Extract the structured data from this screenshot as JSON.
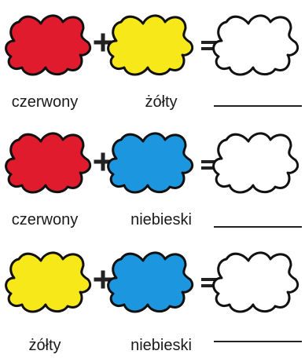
{
  "rows": [
    {
      "left_color": "#e01b2e",
      "right_color": "#f7e81a",
      "result_color": "#ffffff",
      "left_label": "czerwony",
      "right_label": "żółty",
      "answer": ""
    },
    {
      "left_color": "#e01b2e",
      "right_color": "#1b96df",
      "result_color": "#ffffff",
      "left_label": "czerwony",
      "right_label": "niebieski",
      "answer": ""
    },
    {
      "left_color": "#f7e81a",
      "right_color": "#1b96df",
      "result_color": "#ffffff",
      "left_label": "żółty",
      "right_label": "niebieski",
      "answer": ""
    }
  ],
  "symbols": {
    "plus": "plus-sign",
    "equals": "equals-sign"
  },
  "outline_color": "#111111"
}
